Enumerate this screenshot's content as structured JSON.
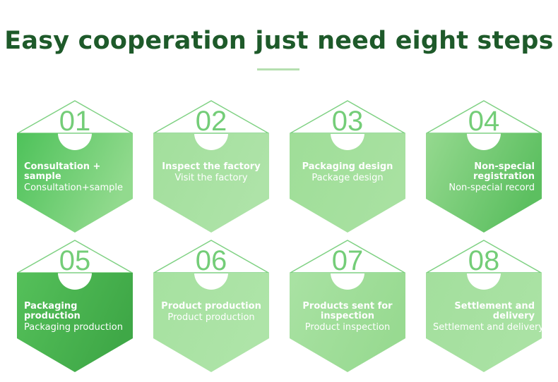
{
  "title": "Easy cooperation just need eight steps",
  "steps": [
    {
      "number": "01",
      "title": "Consultation + sample",
      "subtitle": "Consultation+sample",
      "colors": [
        "#4ec25a",
        "#92da8e"
      ]
    },
    {
      "number": "02",
      "title": "Inspect the factory",
      "subtitle": "Visit the factory",
      "colors": [
        "#a2df9c",
        "#aee3a8"
      ]
    },
    {
      "number": "03",
      "title": "Packaging design",
      "subtitle": "Package design",
      "colors": [
        "#9fde98",
        "#a8e1a1"
      ]
    },
    {
      "number": "04",
      "title": "Non-special registration",
      "subtitle": "Non-special record",
      "colors": [
        "#95d98f",
        "#5cbf60"
      ]
    },
    {
      "number": "05",
      "title": "Packaging production",
      "subtitle": "Packaging production",
      "colors": [
        "#55c05a",
        "#3fa847"
      ]
    },
    {
      "number": "06",
      "title": "Product production",
      "subtitle": "Product production",
      "colors": [
        "#a6e1a0",
        "#aee4a8"
      ]
    },
    {
      "number": "07",
      "title": "Products sent for inspection",
      "subtitle": "Product inspection",
      "colors": [
        "#a9e2a3",
        "#98da91"
      ]
    },
    {
      "number": "08",
      "title": "Settlement and delivery",
      "subtitle": "Settlement and delivery",
      "colors": [
        "#a3df9d",
        "#aae2a4"
      ]
    }
  ]
}
